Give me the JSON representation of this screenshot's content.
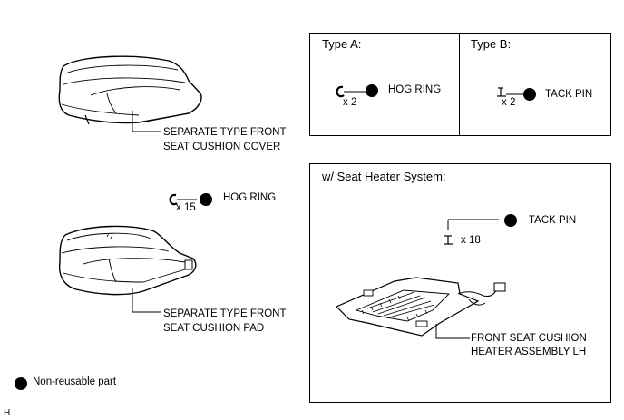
{
  "parts": {
    "cover": {
      "line1": "SEPARATE TYPE FRONT",
      "line2": "SEAT CUSHION COVER"
    },
    "pad": {
      "line1": "SEPARATE TYPE FRONT",
      "line2": "SEAT CUSHION PAD"
    },
    "hog_ring_main": {
      "qty": "x 15",
      "label": "HOG RING"
    }
  },
  "type_a": {
    "title": "Type A:",
    "qty": "x 2",
    "label": "HOG RING"
  },
  "type_b": {
    "title": "Type B:",
    "qty": "x 2",
    "label": "TACK PIN"
  },
  "heater": {
    "title": "w/ Seat Heater System:",
    "tack_label": "TACK PIN",
    "tack_qty": "x 18",
    "assembly_line1": "FRONT SEAT CUSHION",
    "assembly_line2": "HEATER ASSEMBLY LH"
  },
  "legend": {
    "label": "Non-reusable part"
  },
  "corner_mark": "H",
  "icons": {
    "hog_ring": "c-shaped-ring-icon",
    "tack_pin": "tack-pin-icon",
    "non_reusable": "filled-circle-icon"
  }
}
